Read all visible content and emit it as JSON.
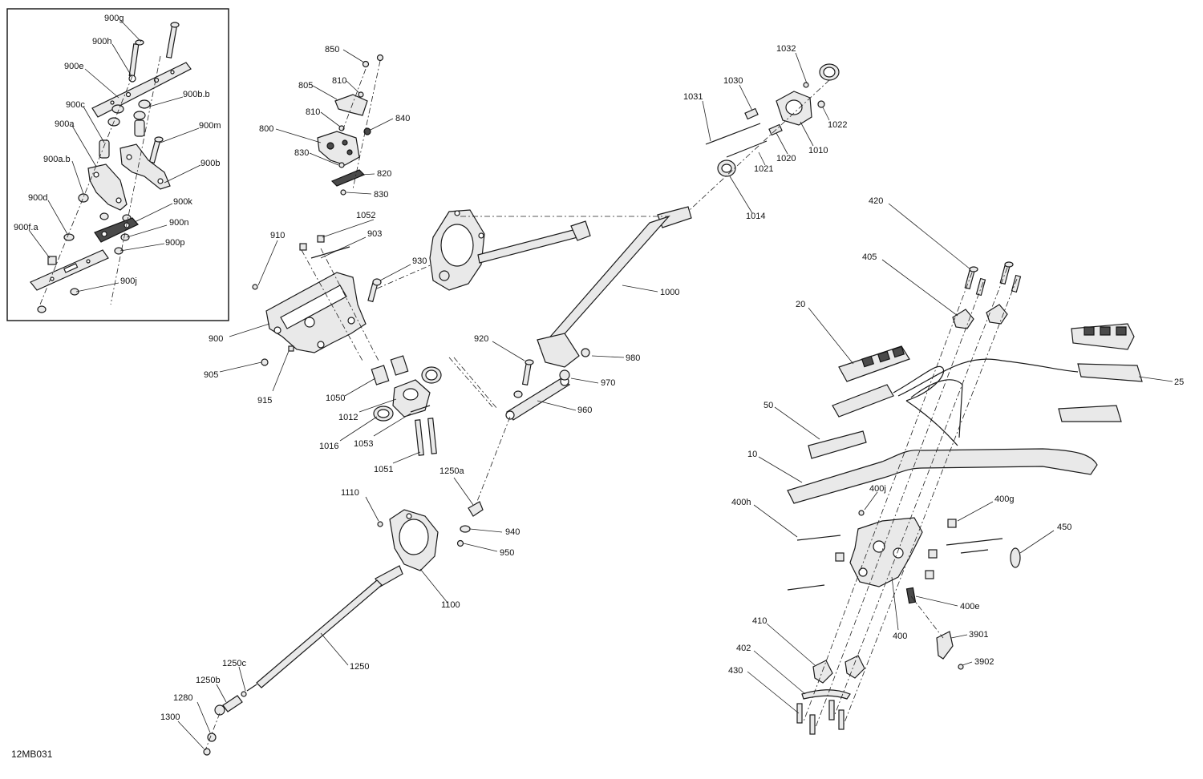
{
  "diagram_code": "12MB031",
  "callouts": {
    "c900g": "900g",
    "c900h": "900h",
    "c900e": "900e",
    "c900bb": "900b.b",
    "c900c": "900c",
    "c900a": "900a",
    "c900m": "900m",
    "c900ab": "900a.b",
    "c900b": "900b",
    "c900d": "900d",
    "c900k": "900k",
    "c900fa": "900f.a",
    "c900n": "900n",
    "c900p": "900p",
    "c900j": "900j",
    "c850": "850",
    "c810a": "810",
    "c805": "805",
    "c810b": "810",
    "c840": "840",
    "c800": "800",
    "c830a": "830",
    "c820": "820",
    "c830b": "830",
    "c1052": "1052",
    "c910": "910",
    "c903": "903",
    "c930": "930",
    "c900": "900",
    "c905": "905",
    "c915": "915",
    "c1050": "1050",
    "c1012": "1012",
    "c1016": "1016",
    "c1053": "1053",
    "c1051": "1051",
    "c1032": "1032",
    "c1030": "1030",
    "c1031": "1031",
    "c1022": "1022",
    "c1020": "1020",
    "c1010": "1010",
    "c1021": "1021",
    "c1014": "1014",
    "c1000": "1000",
    "c920": "920",
    "c980": "980",
    "c970": "970",
    "c960": "960",
    "c1250a": "1250a",
    "c1110": "1110",
    "c940": "940",
    "c950": "950",
    "c1100": "1100",
    "c1250": "1250",
    "c1250c": "1250c",
    "c1250b": "1250b",
    "c1280": "1280",
    "c1300": "1300",
    "c420": "420",
    "c405": "405",
    "c20": "20",
    "c25": "25",
    "c50": "50",
    "c10": "10",
    "c400j": "400j",
    "c400h": "400h",
    "c400g": "400g",
    "c450": "450",
    "c400e": "400e",
    "c400": "400",
    "c410": "410",
    "c3901": "3901",
    "c402": "402",
    "c3902": "3902",
    "c430": "430"
  }
}
